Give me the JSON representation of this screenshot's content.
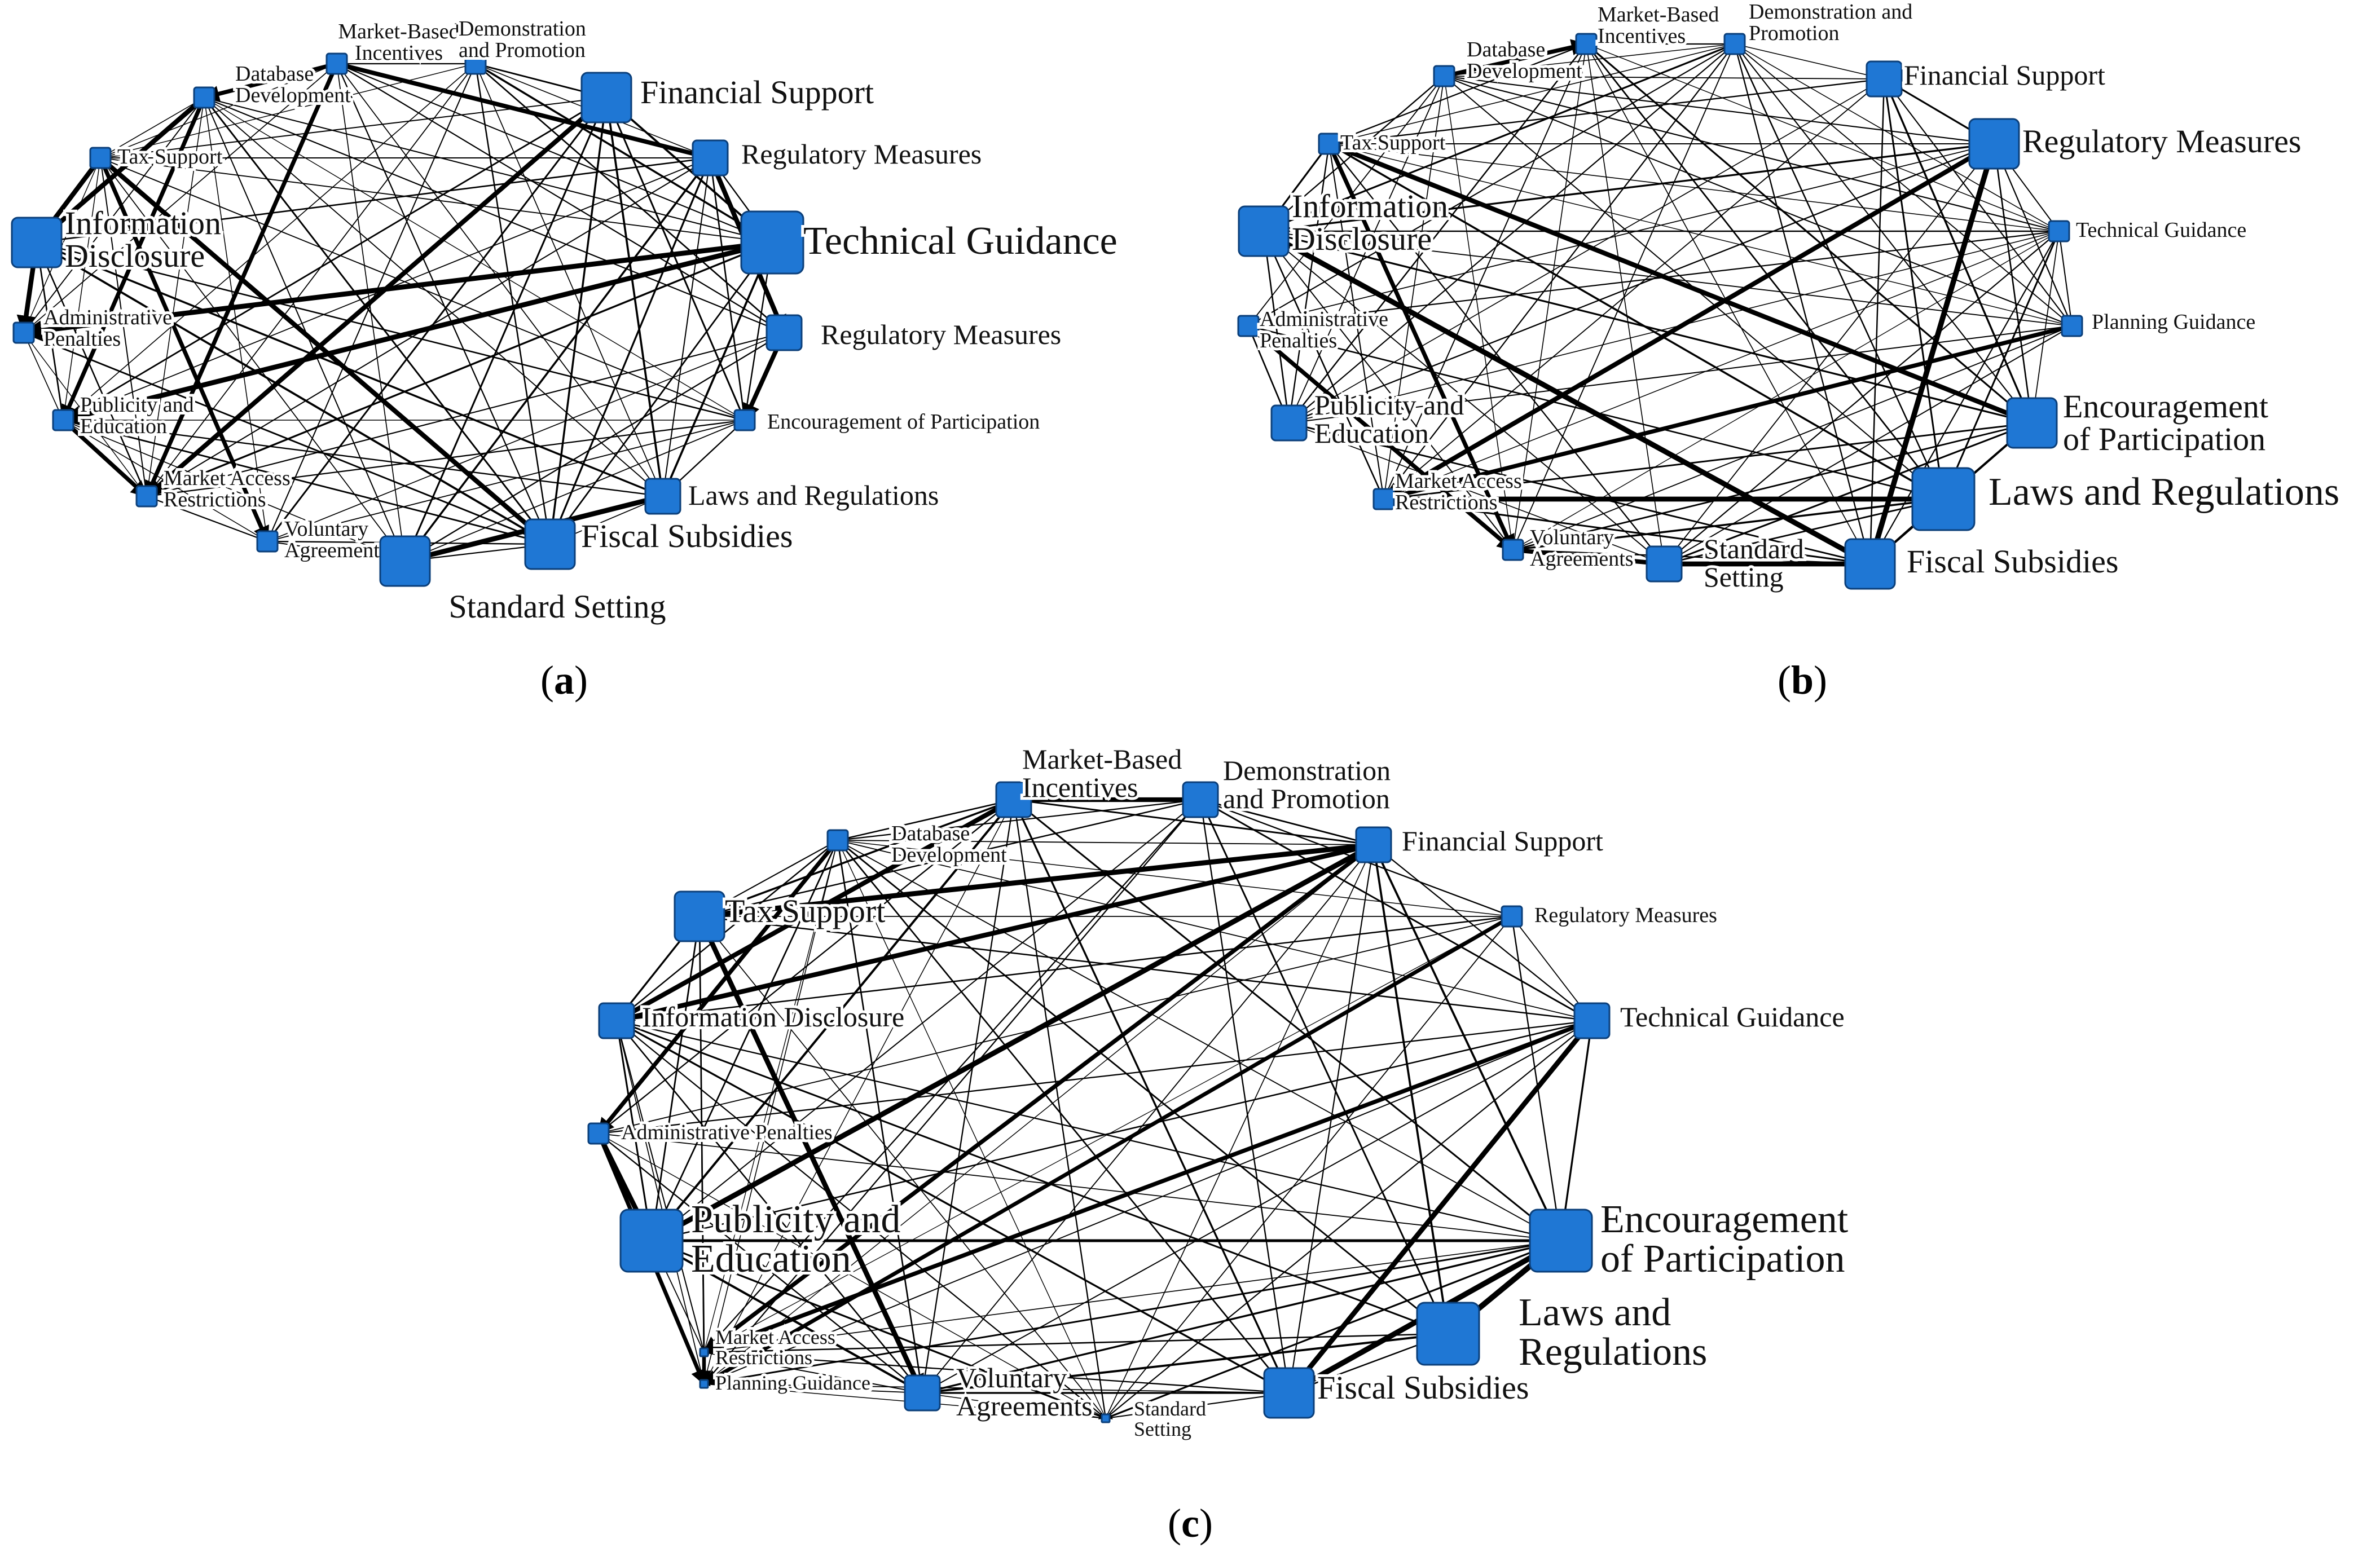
{
  "panels": [
    {
      "id": "a",
      "caption_open": "(",
      "caption_letter": "a",
      "caption_close": ")",
      "nodes": [
        {
          "key": "A1",
          "label": [
            "Market-Based",
            "Incentives"
          ],
          "size": "s"
        },
        {
          "key": "A2",
          "label": [
            "Demonstration",
            "and Promotion"
          ],
          "size": "s"
        },
        {
          "key": "A3",
          "label": [
            "Database",
            "Development"
          ],
          "size": "s"
        },
        {
          "key": "A4",
          "label": [
            "Financial Support"
          ],
          "size": "l"
        },
        {
          "key": "A5",
          "label": [
            "Tax Support"
          ],
          "size": "s"
        },
        {
          "key": "A6",
          "label": [
            "Regulatory Measures"
          ],
          "size": "m"
        },
        {
          "key": "A7",
          "label": [
            "Information",
            "Disclosure"
          ],
          "size": "l"
        },
        {
          "key": "A8",
          "label": [
            "Technical Guidance"
          ],
          "size": "xl"
        },
        {
          "key": "A9",
          "label": [
            "Administrative",
            "Penalties"
          ],
          "size": "s"
        },
        {
          "key": "A10",
          "label": [
            "Regulatory Measures"
          ],
          "size": "m"
        },
        {
          "key": "A11",
          "label": [
            "Publicity and",
            "Education"
          ],
          "size": "s"
        },
        {
          "key": "A12",
          "label": [
            "Encouragement of Participation"
          ],
          "size": "s"
        },
        {
          "key": "A13",
          "label": [
            "Market Access",
            "Restrictions"
          ],
          "size": "s"
        },
        {
          "key": "A14",
          "label": [
            "Laws and Regulations"
          ],
          "size": "m"
        },
        {
          "key": "A15",
          "label": [
            "Voluntary",
            "Agreements"
          ],
          "size": "s"
        },
        {
          "key": "A16",
          "label": [
            "Fiscal Subsidies"
          ],
          "size": "l"
        },
        {
          "key": "A17",
          "label": [
            "Standard Setting"
          ],
          "size": "l"
        }
      ]
    },
    {
      "id": "b",
      "caption_open": "(",
      "caption_letter": "b",
      "caption_close": ")",
      "nodes": [
        {
          "key": "B1",
          "label": [
            "Database",
            "Development"
          ],
          "size": "s"
        },
        {
          "key": "B2",
          "label": [
            "Market-Based",
            "Incentives"
          ],
          "size": "s"
        },
        {
          "key": "B3",
          "label": [
            "Demonstration and",
            "Promotion"
          ],
          "size": "s"
        },
        {
          "key": "B4",
          "label": [
            "Financial Support"
          ],
          "size": "m"
        },
        {
          "key": "B5",
          "label": [
            "Tax Support"
          ],
          "size": "s"
        },
        {
          "key": "B6",
          "label": [
            "Regulatory Measures"
          ],
          "size": "l"
        },
        {
          "key": "B7",
          "label": [
            "Information",
            "Disclosure"
          ],
          "size": "l"
        },
        {
          "key": "B8",
          "label": [
            "Technical Guidance"
          ],
          "size": "s"
        },
        {
          "key": "B9",
          "label": [
            "Administrative",
            "Penalties"
          ],
          "size": "s"
        },
        {
          "key": "B10",
          "label": [
            "Planning Guidance"
          ],
          "size": "s"
        },
        {
          "key": "B11",
          "label": [
            "Publicity and",
            "Education"
          ],
          "size": "m"
        },
        {
          "key": "B12",
          "label": [
            "Encouragement",
            "of Participation"
          ],
          "size": "l"
        },
        {
          "key": "B13",
          "label": [
            "Market Access",
            "Restrictions"
          ],
          "size": "s"
        },
        {
          "key": "B14",
          "label": [
            "Laws and Regulations"
          ],
          "size": "xl"
        },
        {
          "key": "B15",
          "label": [
            "Voluntary",
            "Agreements"
          ],
          "size": "s"
        },
        {
          "key": "B16",
          "label": [
            "Standard",
            "Setting"
          ],
          "size": "m"
        },
        {
          "key": "B17",
          "label": [
            "Fiscal Subsidies"
          ],
          "size": "l"
        }
      ]
    },
    {
      "id": "c",
      "caption_open": "(",
      "caption_letter": "c",
      "caption_close": ")",
      "nodes": [
        {
          "key": "C1",
          "label": [
            "Market-Based",
            "Incentives"
          ],
          "size": "m"
        },
        {
          "key": "C2",
          "label": [
            "Demonstration",
            "and Promotion"
          ],
          "size": "m"
        },
        {
          "key": "C3",
          "label": [
            "Database",
            "Development"
          ],
          "size": "s"
        },
        {
          "key": "C4",
          "label": [
            "Financial Support"
          ],
          "size": "m"
        },
        {
          "key": "C5",
          "label": [
            "Tax Support"
          ],
          "size": "l"
        },
        {
          "key": "C6",
          "label": [
            "Regulatory Measures"
          ],
          "size": "s"
        },
        {
          "key": "C7",
          "label": [
            "Information Disclosure"
          ],
          "size": "m"
        },
        {
          "key": "C8",
          "label": [
            "Technical Guidance"
          ],
          "size": "m"
        },
        {
          "key": "C9",
          "label": [
            "Administrative Penalties"
          ],
          "size": "s"
        },
        {
          "key": "C10",
          "label": [
            "Publicity and",
            "Education"
          ],
          "size": "xl"
        },
        {
          "key": "C11",
          "label": [
            "Encouragement",
            "of Participation"
          ],
          "size": "xl"
        },
        {
          "key": "C12",
          "label": [
            "Laws and",
            "Regulations"
          ],
          "size": "xl"
        },
        {
          "key": "C13",
          "label": [
            "Market Access",
            "Restrictions"
          ],
          "size": "xs"
        },
        {
          "key": "C14",
          "label": [
            "Planning Guidance"
          ],
          "size": "xs"
        },
        {
          "key": "C15",
          "label": [
            "Voluntary",
            "Agreements"
          ],
          "size": "m"
        },
        {
          "key": "C16",
          "label": [
            "Standard",
            "Setting"
          ],
          "size": "xs"
        },
        {
          "key": "C17",
          "label": [
            "Fiscal Subsidies"
          ],
          "size": "l"
        }
      ]
    }
  ]
}
